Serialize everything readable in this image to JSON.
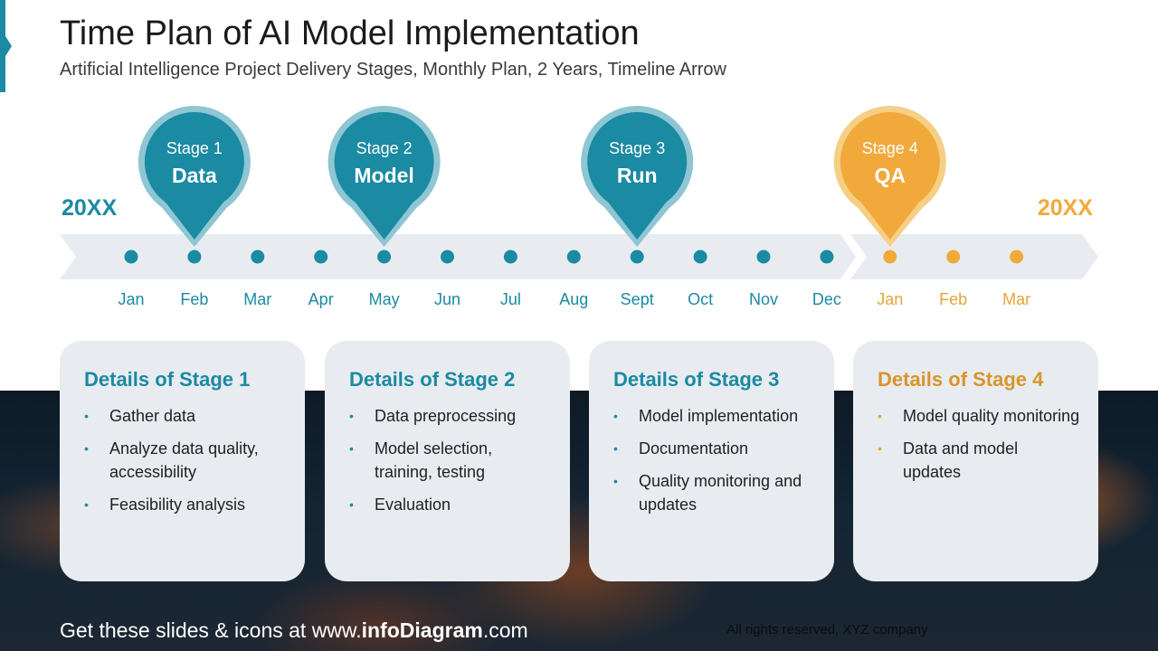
{
  "title": "Time Plan of AI Model Implementation",
  "subtitle": "Artificial Intelligence Project Delivery Stages, Monthly Plan, 2 Years, Timeline Arrow",
  "years": {
    "left": "20XX",
    "right": "20XX"
  },
  "colors": {
    "teal": "#1b8aa3",
    "orange": "#f2a93b",
    "track": "#e8ecf0"
  },
  "months": [
    {
      "label": "Jan",
      "color": "teal"
    },
    {
      "label": "Feb",
      "color": "teal"
    },
    {
      "label": "Mar",
      "color": "teal"
    },
    {
      "label": "Apr",
      "color": "teal"
    },
    {
      "label": "May",
      "color": "teal"
    },
    {
      "label": "Jun",
      "color": "teal"
    },
    {
      "label": "Jul",
      "color": "teal"
    },
    {
      "label": "Aug",
      "color": "teal"
    },
    {
      "label": "Sept",
      "color": "teal"
    },
    {
      "label": "Oct",
      "color": "teal"
    },
    {
      "label": "Nov",
      "color": "teal"
    },
    {
      "label": "Dec",
      "color": "teal"
    },
    {
      "label": "Jan",
      "color": "orange"
    },
    {
      "label": "Feb",
      "color": "orange"
    },
    {
      "label": "Mar",
      "color": "orange"
    }
  ],
  "stages": [
    {
      "stage": "Stage 1",
      "name": "Data",
      "month_index": 1,
      "color": "teal"
    },
    {
      "stage": "Stage  2",
      "name": "Model",
      "month_index": 4,
      "color": "teal"
    },
    {
      "stage": "Stage 3",
      "name": "Run",
      "month_index": 8,
      "color": "teal"
    },
    {
      "stage": "Stage 4",
      "name": "QA",
      "month_index": 12,
      "color": "orange"
    }
  ],
  "cards": [
    {
      "title": "Details of Stage 1",
      "color": "teal",
      "items": [
        "Gather data",
        "Analyze data quality, accessibility",
        "Feasibility analysis"
      ]
    },
    {
      "title": "Details of Stage 2",
      "color": "teal",
      "items": [
        "Data preprocessing",
        "Model selection, training, testing",
        "Evaluation"
      ]
    },
    {
      "title": "Details of Stage 3",
      "color": "teal",
      "items": [
        "Model implementation",
        "Documentation",
        "Quality monitoring and updates"
      ]
    },
    {
      "title": "Details of Stage 4",
      "color": "orange",
      "items": [
        "Model quality monitoring",
        "Data and model updates"
      ]
    }
  ],
  "footer": {
    "cta_prefix": "Get these slides & icons at www.",
    "cta_brand": "infoDiagram",
    "cta_suffix": ".com",
    "rights": "All rights reserved, XYZ company"
  }
}
